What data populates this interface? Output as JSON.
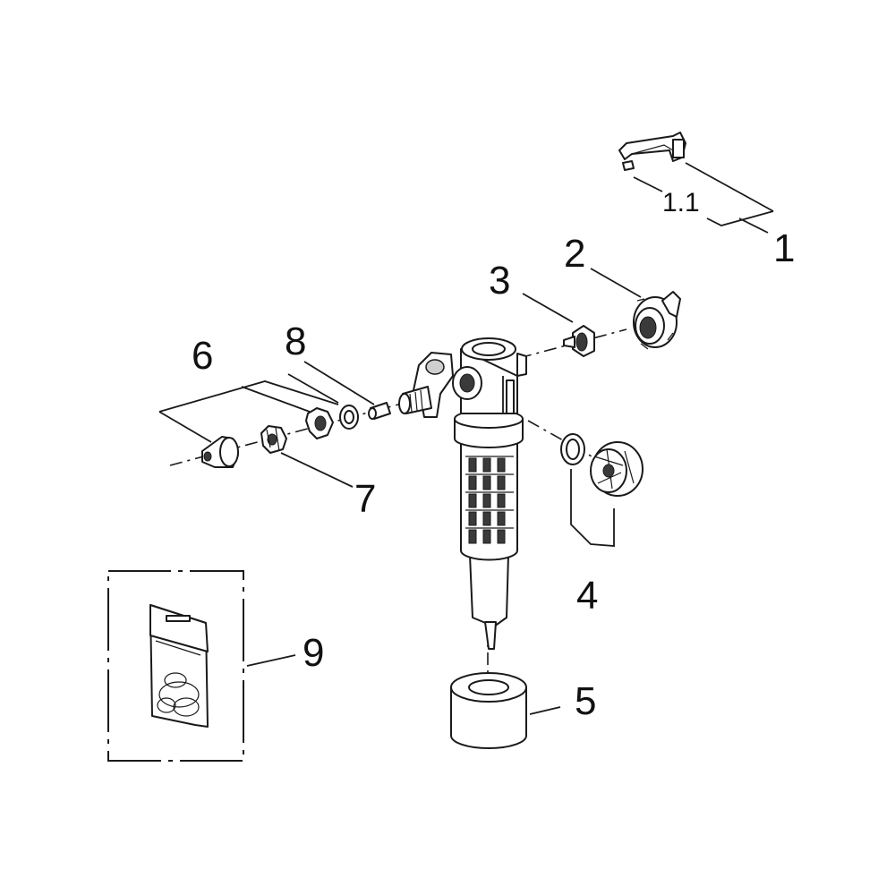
{
  "labels": {
    "p1": "1",
    "p1_1": "1.1",
    "p2": "2",
    "p3": "3",
    "p4": "4",
    "p5": "5",
    "p6": "6",
    "p7": "7",
    "p8": "8",
    "p9": "9"
  }
}
